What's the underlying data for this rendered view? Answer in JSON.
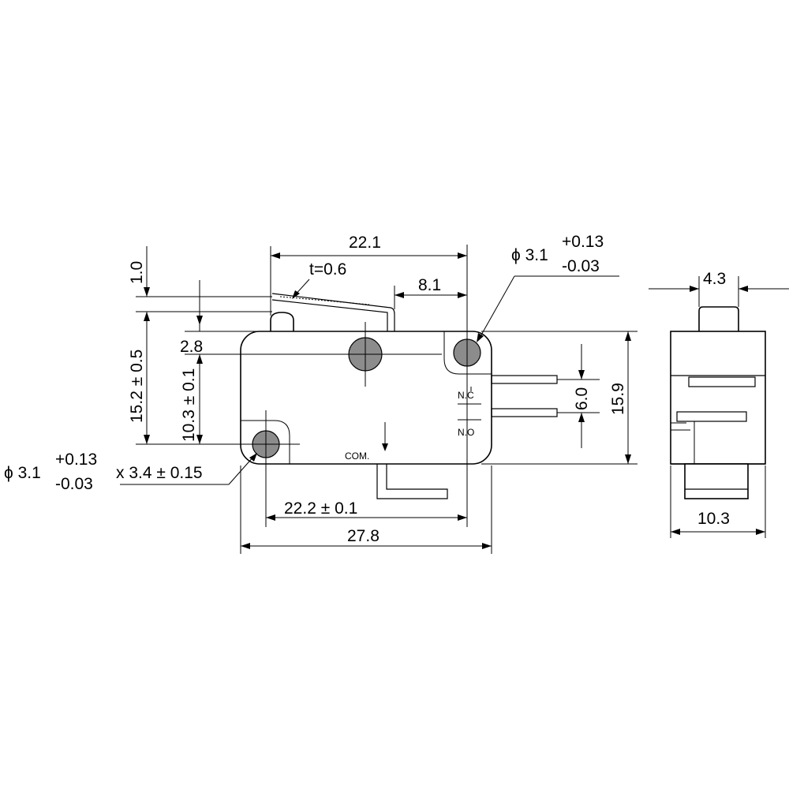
{
  "front_view": {
    "dim_total_length": "27.8",
    "dim_hole_pitch": "22.2 ± 0.1",
    "dim_lever_length": "22.1",
    "dim_lever_offset": "8.1",
    "dim_lever_thickness": "t=0.6",
    "dim_lever_travel": "1.0",
    "dim_height_total": "15.2 ± 0.5",
    "dim_hole_height": "10.3 ± 0.1",
    "dim_plunger": "2.8",
    "dim_body_height": "15.9",
    "dim_terminal_pitch": "6.0",
    "hole_right": {
      "nominal": "ϕ 3.1",
      "tol_plus": "+0.13",
      "tol_minus": "-0.03"
    },
    "hole_left": {
      "nominal": "ϕ 3.1",
      "tol_plus": "+0.13",
      "tol_minus": "-0.03",
      "slot": "x 3.4 ± 0.15"
    },
    "terminal_nc": "N.C",
    "terminal_no": "N.O",
    "terminal_com": "COM."
  },
  "side_view": {
    "dim_plunger_width": "4.3",
    "dim_body_width": "10.3"
  }
}
